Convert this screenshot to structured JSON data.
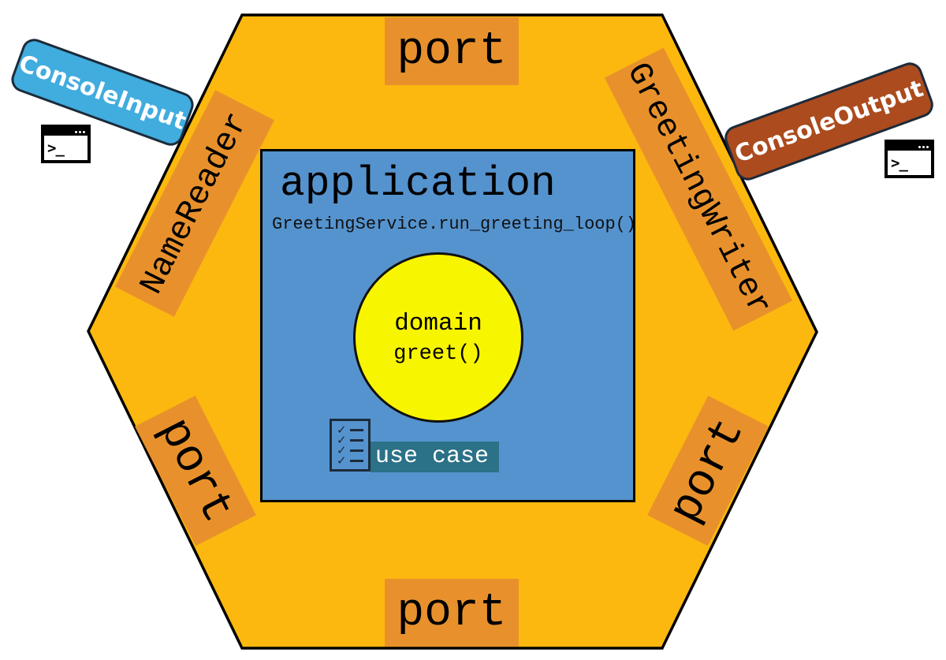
{
  "colors": {
    "gold": "#FCB80E",
    "orange": "#E8912C",
    "appblue": "#5593CE",
    "domainyellow": "#F8F500",
    "teal": "#2B7187",
    "inputblue": "#41ACDE",
    "outputrust": "#AC4B1E",
    "navy": "#1C2B3A"
  },
  "hexagon": {
    "ports": [
      {
        "id": "top",
        "label": "port"
      },
      {
        "id": "left",
        "label": "port"
      },
      {
        "id": "right",
        "label": "port"
      },
      {
        "id": "bottom",
        "label": "port"
      }
    ],
    "adapters": [
      {
        "id": "name-reader",
        "label": "NameReader"
      },
      {
        "id": "greeting-writer",
        "label": "GreetingWriter"
      }
    ]
  },
  "application": {
    "title": "application",
    "subtitle": "GreetingService.run_greeting_loop()"
  },
  "domain": {
    "title": "domain",
    "method": "greet()"
  },
  "use_case": {
    "label": "use case"
  },
  "external_adapters": [
    {
      "id": "console-input",
      "label": "ConsoleInput"
    },
    {
      "id": "console-output",
      "label": "ConsoleOutput"
    }
  ],
  "terminal": {
    "prompt": ">_"
  },
  "icons": {
    "check": "✓"
  }
}
